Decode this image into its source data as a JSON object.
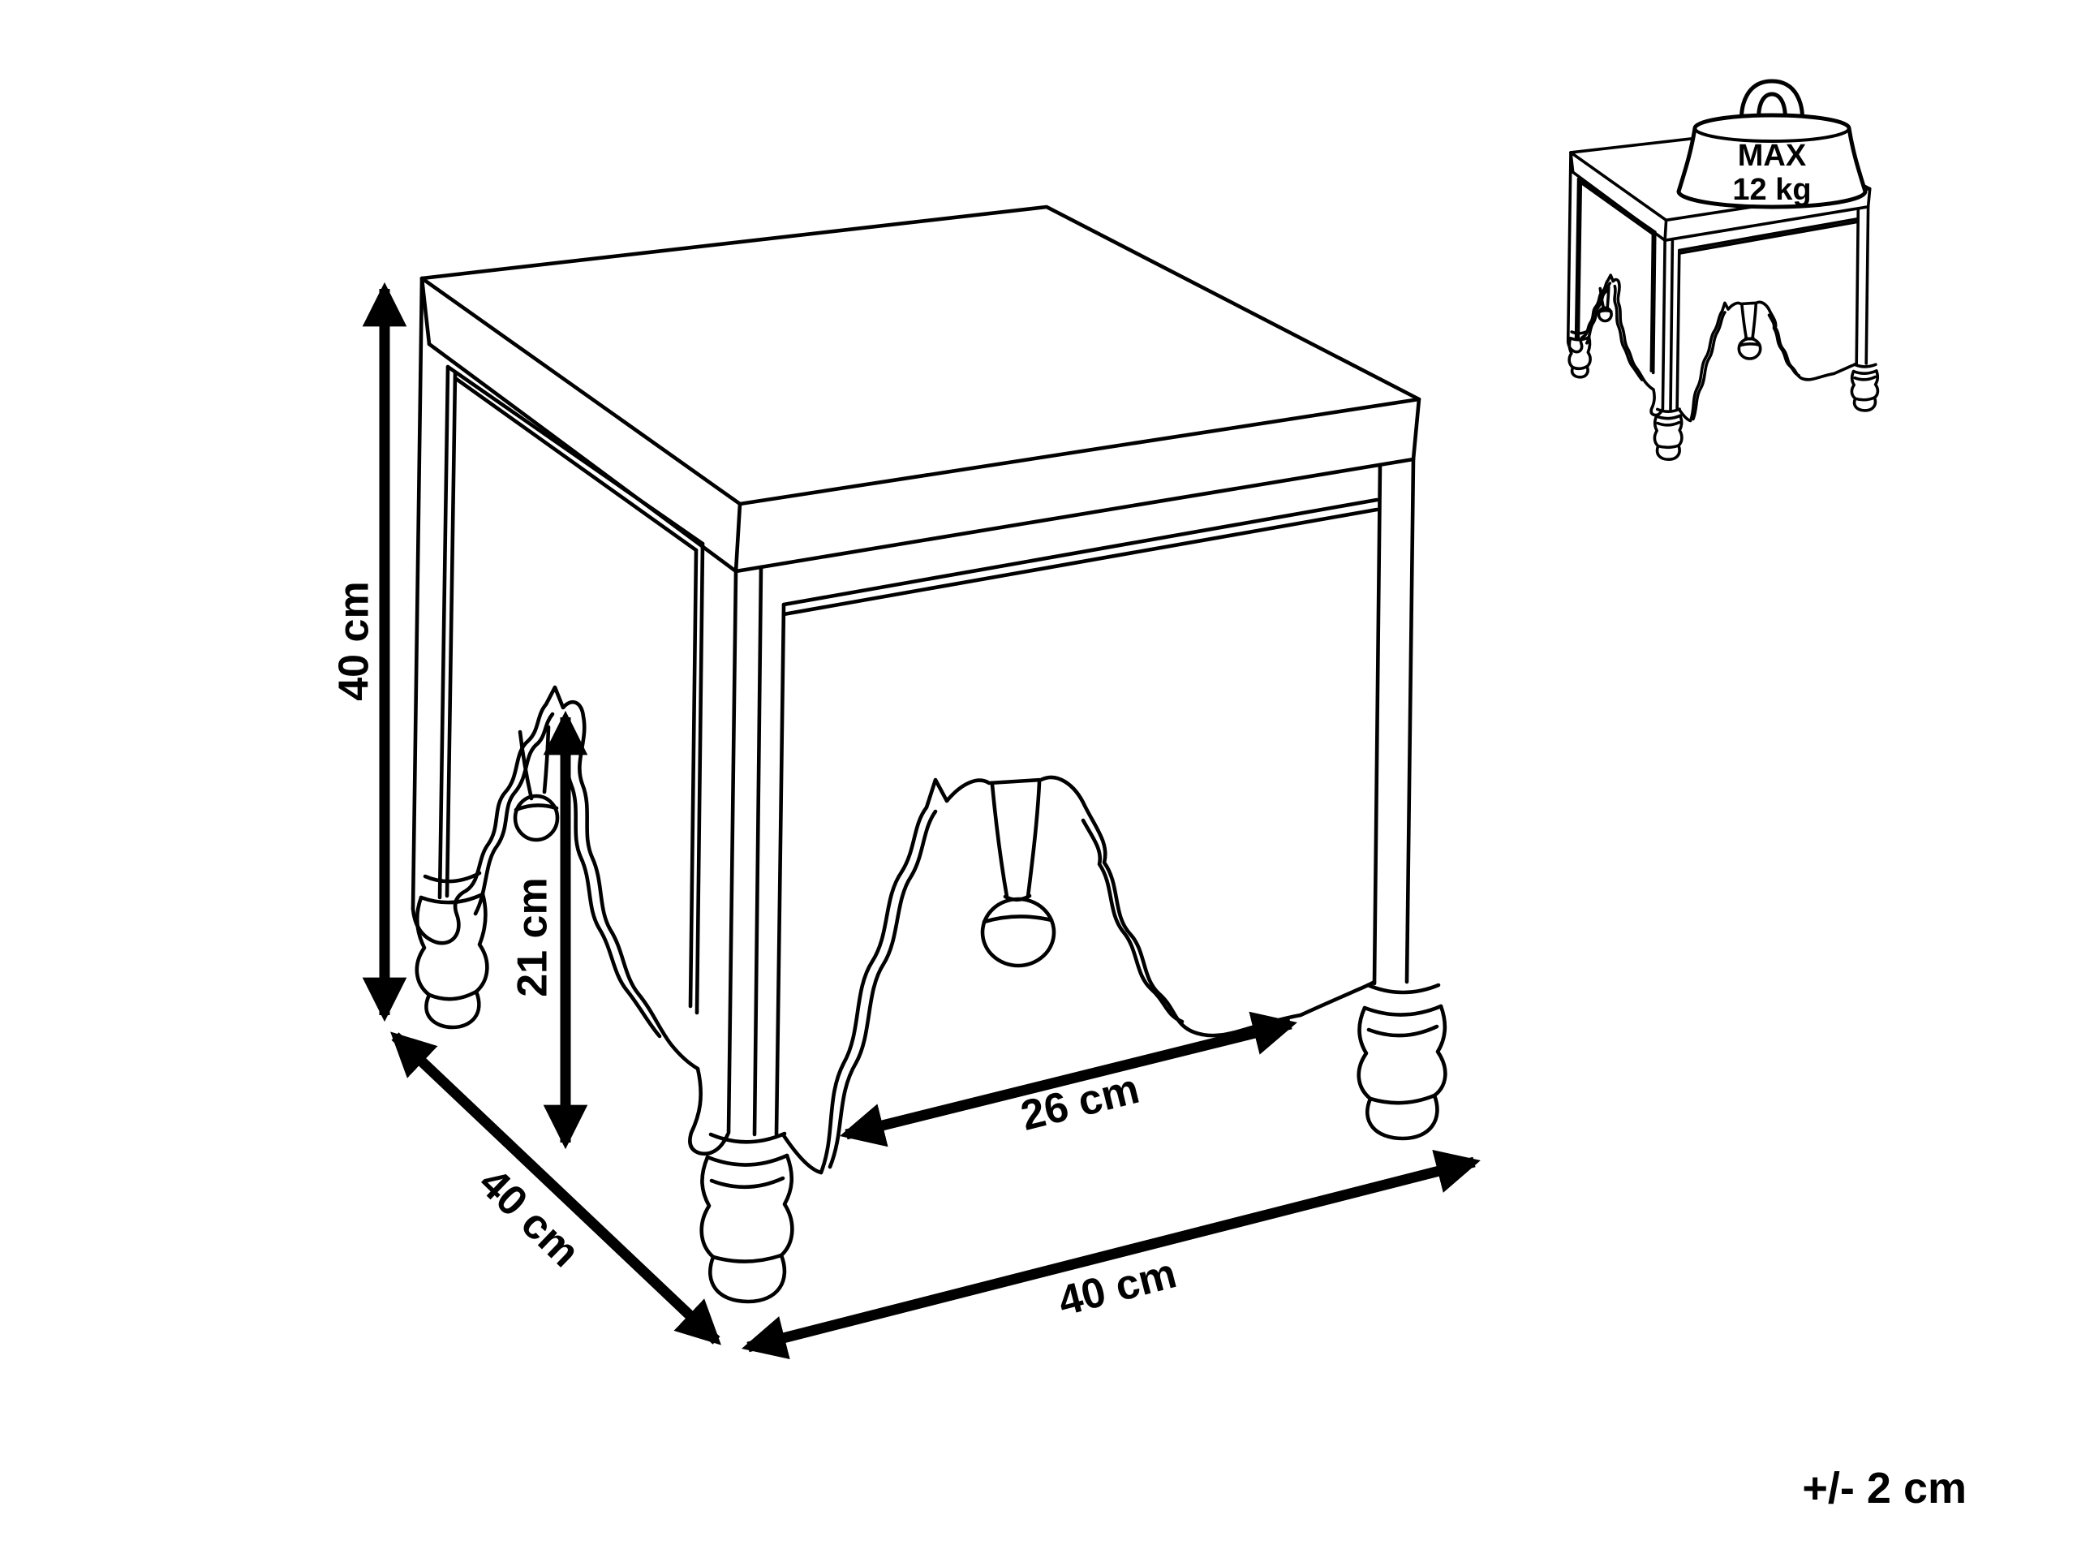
{
  "page": {
    "background": "#ffffff",
    "line_color": "#000000"
  },
  "diagram": {
    "type": "furniture-dimension-line-drawing",
    "dimensions": {
      "height_label": "40 cm",
      "depth_label": "40 cm",
      "width_label": "40 cm",
      "arch_height_label": "21 cm",
      "arch_opening_label": "26 cm"
    },
    "max_load_badge": {
      "line1": "MAX",
      "line2": "12 kg"
    },
    "tolerance_note": "+/- 2 cm"
  }
}
